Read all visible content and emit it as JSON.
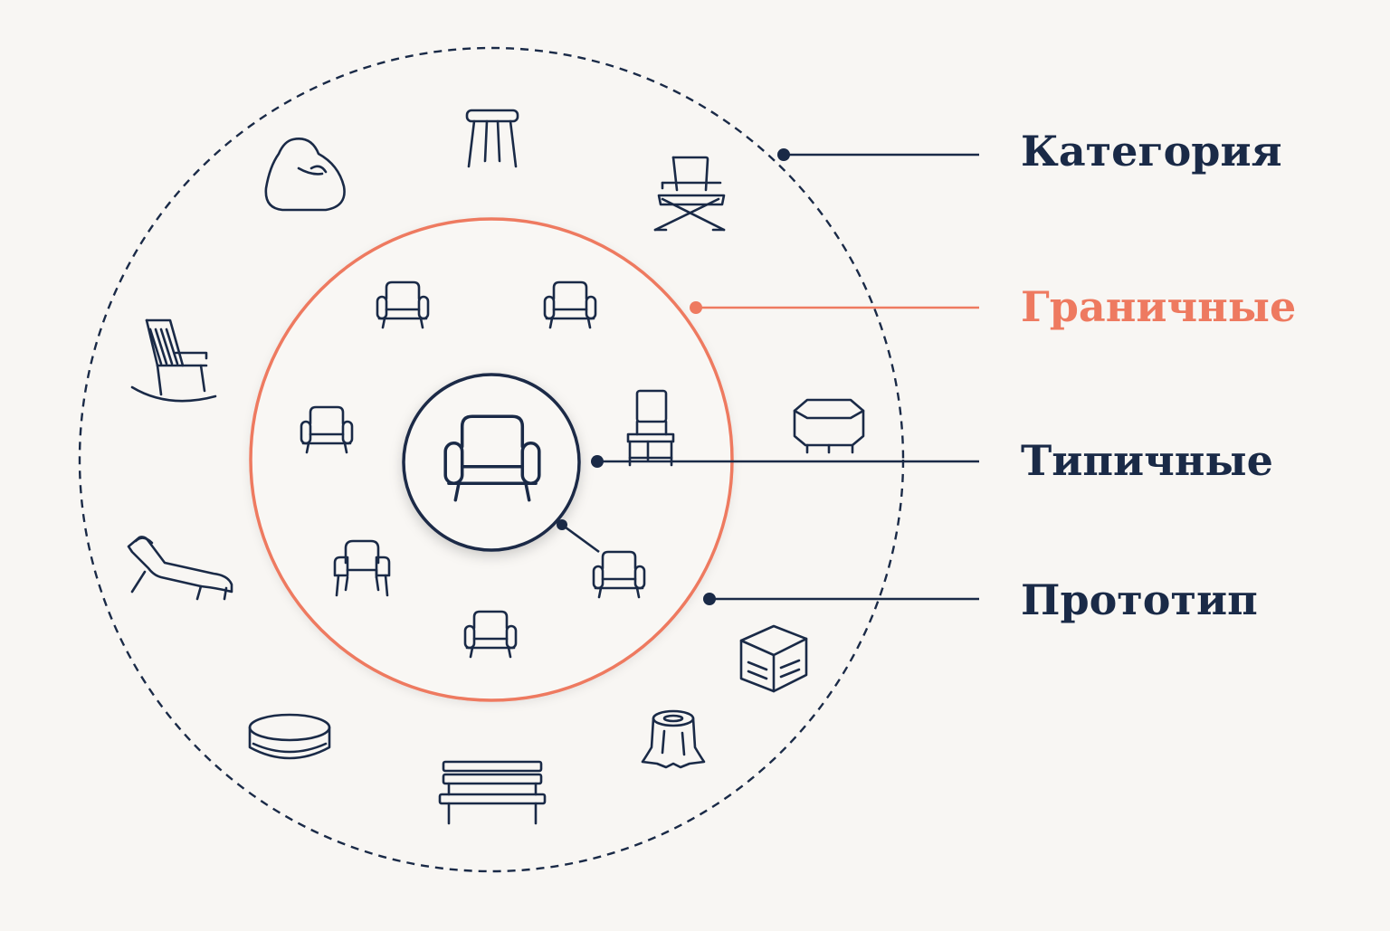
{
  "labels": {
    "category": "Категория",
    "borderline": "Граничные",
    "typical": "Типичные",
    "prototype": "Прототип"
  },
  "colors": {
    "background": "#f8f6f3",
    "navy": "#1a2a47",
    "coral": "#ee7a60"
  },
  "icons": {
    "prototype": "armchair-icon",
    "typical": [
      "armchair-icon",
      "armchair-icon",
      "armchair-icon",
      "dining-chair-icon",
      "armchair-icon",
      "armchair-icon",
      "wingback-chair-icon"
    ],
    "borderline": [
      "stool-icon",
      "director-chair-icon",
      "ottoman-icon",
      "crate-icon",
      "tree-stump-icon",
      "bench-icon",
      "floor-pouf-icon",
      "chaise-lounge-icon",
      "rocking-chair-icon",
      "bean-bag-icon"
    ]
  }
}
